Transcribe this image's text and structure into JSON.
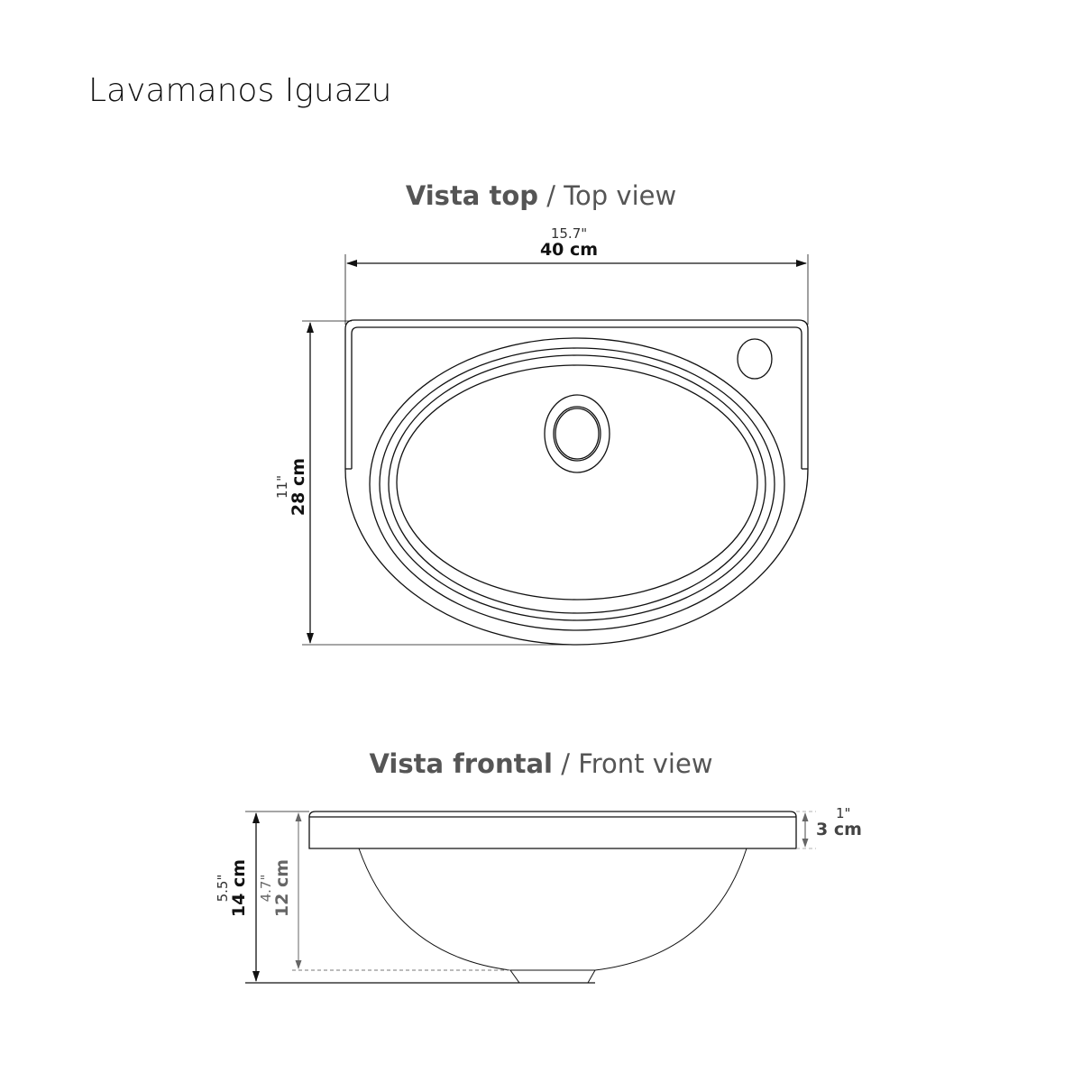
{
  "title": "Lavamanos Iguazu",
  "top_view": {
    "title_bold": "Vista top",
    "title_sep": " / ",
    "title_light": "Top view",
    "width_in": "15.7\"",
    "width_cm": "40 cm",
    "depth_in": "11\"",
    "depth_cm": "28 cm"
  },
  "front_view": {
    "title_bold": "Vista frontal",
    "title_sep": " / ",
    "title_light": "Front view",
    "total_height_in": "5.5\"",
    "total_height_cm": "14 cm",
    "bowl_height_in": "4.7\"",
    "bowl_height_cm": "12 cm",
    "rim_height_in": "1\"",
    "rim_height_cm": "3 cm"
  }
}
